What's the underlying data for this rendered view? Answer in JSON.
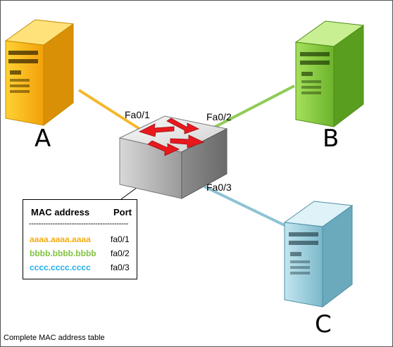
{
  "hosts": {
    "a": {
      "label": "A",
      "color": "#fcb514"
    },
    "b": {
      "label": "B",
      "color": "#8ed14b"
    },
    "c": {
      "label": "C",
      "color": "#8fc9da"
    }
  },
  "switch": {
    "ports": {
      "p1": "Fa0/1",
      "p2": "Fa0/2",
      "p3": "Fa0/3"
    }
  },
  "links": {
    "a": {
      "color": "#f4b82c"
    },
    "b": {
      "color": "#8fcc56"
    },
    "c": {
      "color": "#8cc3d3"
    }
  },
  "mac_table": {
    "header_mac": "MAC address",
    "header_port": "Port",
    "separator": "------------------------------------------",
    "rows": [
      {
        "mac": "aaaa.aaaa.aaaa",
        "port": "fa0/1",
        "color": "#f5ae12"
      },
      {
        "mac": "bbbb.bbbb.bbbb",
        "port": "fa0/2",
        "color": "#80c342"
      },
      {
        "mac": "cccc.cccc.cccc",
        "port": "fa0/3",
        "color": "#20aee6"
      }
    ]
  },
  "caption": "Complete MAC address table",
  "icons": [
    "server-icon",
    "switch-icon",
    "arrow-icon"
  ]
}
